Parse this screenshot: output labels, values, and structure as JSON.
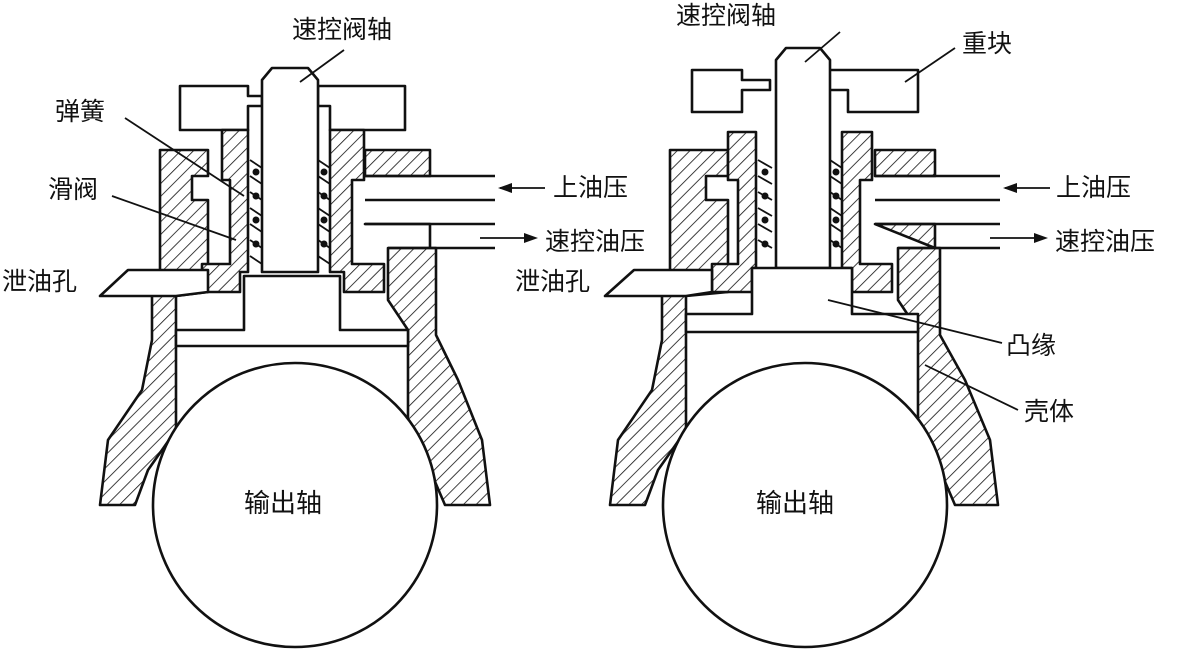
{
  "left": {
    "labels": {
      "valve_shaft": "速控阀轴",
      "spring": "弹簧",
      "slide_valve": "滑阀",
      "upper_oil_pressure": "上油压",
      "speed_control_oil_pressure": "速控油压",
      "drain_hole": "泄油孔",
      "output_shaft": "输出轴"
    }
  },
  "right": {
    "labels": {
      "valve_shaft": "速控阀轴",
      "weight": "重块",
      "upper_oil_pressure": "上油压",
      "speed_control_oil_pressure": "速控油压",
      "drain_hole": "泄油孔",
      "flange": "凸缘",
      "housing": "壳体",
      "output_shaft": "输出轴"
    }
  }
}
